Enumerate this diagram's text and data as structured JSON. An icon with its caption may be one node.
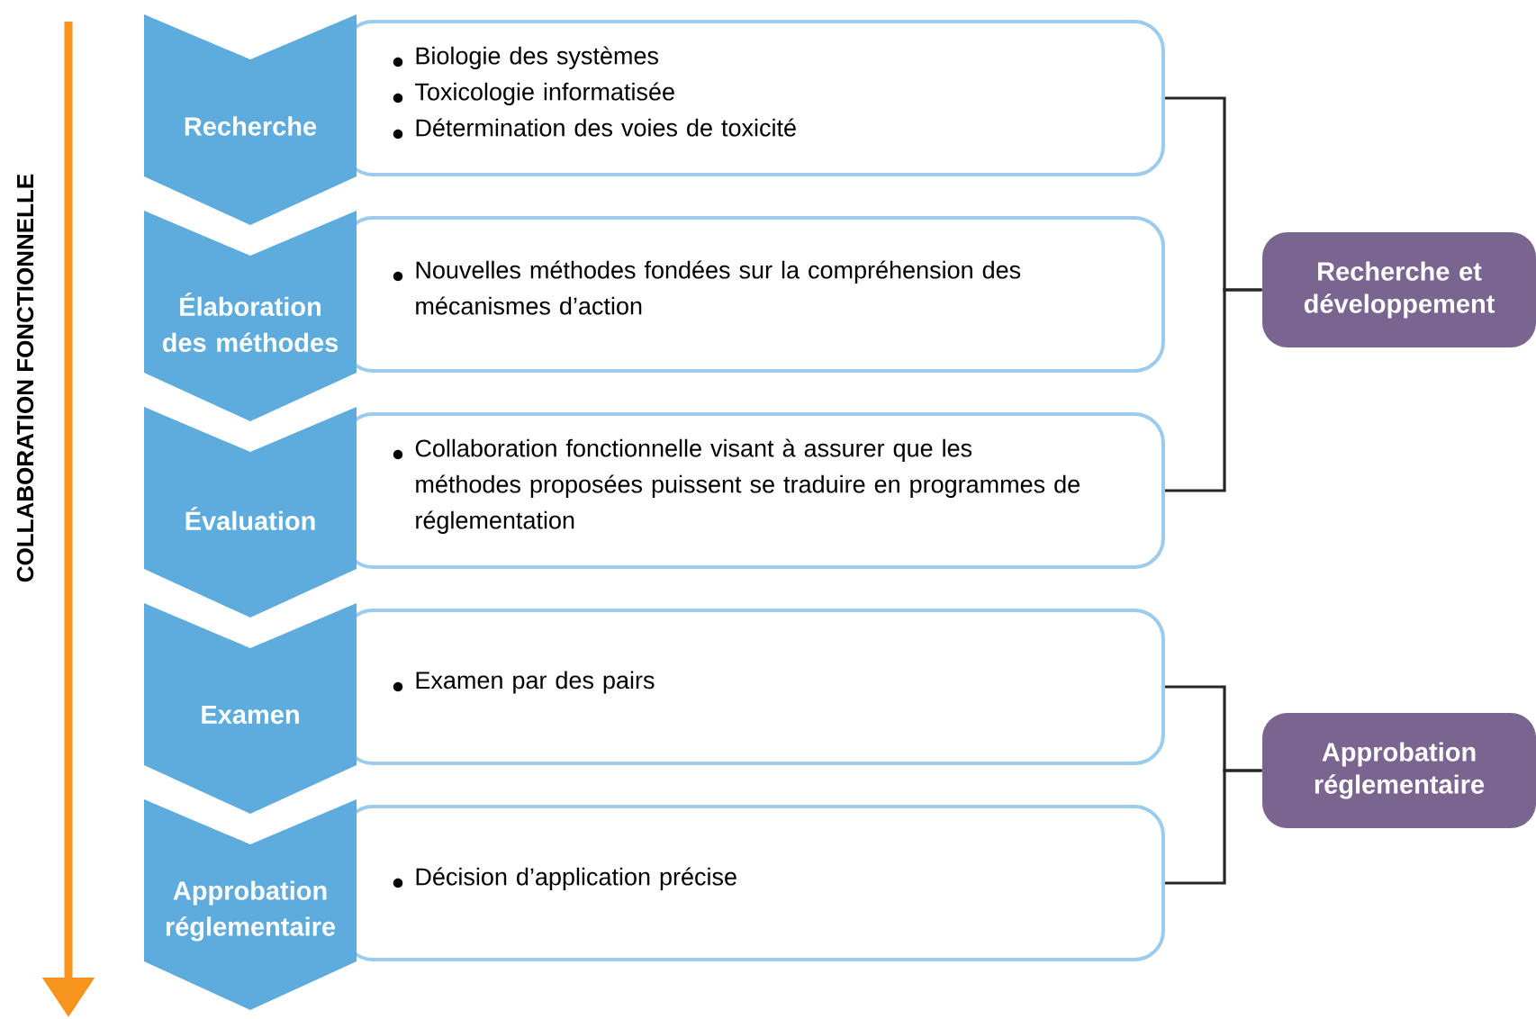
{
  "diagram": {
    "nodes": [
      {
        "text": [
          "Recherche"
        ]
      },
      {
        "text": [
          "Élaboration des méthodes"
        ]
      },
      {
        "text": [
          "Évaluation"
        ]
      },
      {
        "text": [
          "Examen"
        ]
      },
      {
        "text": [
          "Approbation réglementaire"
        ]
      },
      {
        "text": [
          "Biologie des systèmes",
          "Toxicologie informatisée",
          "Détermination des voies de toxicité"
        ]
      },
      {
        "text": [
          "Nouvelles méthodes fondées sur la compréhension des mécanismes d’action"
        ]
      },
      {
        "text": [
          "Collaboration fonctionnelle visant à assurer que les méthodes proposées puissent se traduire en programmes de réglementation"
        ]
      },
      {
        "text": [
          "Examen par des pairs"
        ]
      },
      {
        "text": [
          "Décision d’application précise"
        ]
      },
      {
        "text": [
          "Recherche et développement"
        ]
      },
      {
        "text": [
          "Approbation réglementaire"
        ]
      }
    ],
    "edges": [
      {
        "from": 5,
        "to": 10,
        "arrow": "none"
      },
      {
        "from": 7,
        "to": 10,
        "arrow": "none"
      },
      {
        "from": 8,
        "to": 11,
        "arrow": "none"
      },
      {
        "from": 9,
        "to": 11,
        "arrow": "none"
      }
    ],
    "labels": [
      "COLLABORATION FONCTIONNELLE"
    ]
  }
}
